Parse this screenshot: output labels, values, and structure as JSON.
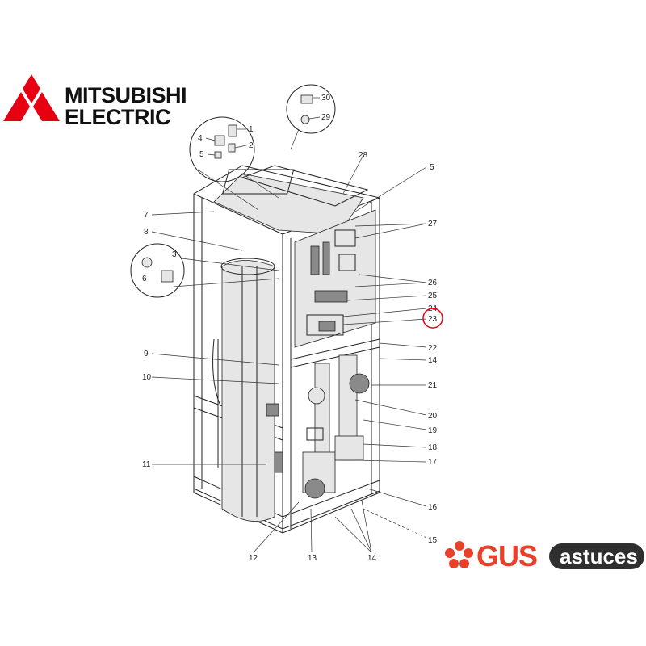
{
  "brand": {
    "line1": "MITSUBISHI",
    "line2": "ELECTRIC",
    "color": "#e60012"
  },
  "watermark": {
    "text_main": "GUS",
    "text_badge": "astuces",
    "accent_color": "#e8402a",
    "badge_color": "#2f2f2f"
  },
  "highlight": {
    "label": "23",
    "color": "#e60012"
  },
  "callouts": {
    "c1": "1",
    "c2": "2",
    "c3": "3",
    "c4": "4",
    "c5a": "5",
    "c5b": "5",
    "c6": "6",
    "c7": "7",
    "c8": "8",
    "c9": "9",
    "c10": "10",
    "c11": "11",
    "c12": "12",
    "c13": "13",
    "c14a": "14",
    "c14b": "14",
    "c15": "15",
    "c16": "16",
    "c17": "17",
    "c18": "18",
    "c19": "19",
    "c20": "20",
    "c21": "21",
    "c22": "22",
    "c23": "23",
    "c24": "24",
    "c25": "25",
    "c26": "26",
    "c27": "27",
    "c28": "28",
    "c29": "29",
    "c30": "30"
  }
}
